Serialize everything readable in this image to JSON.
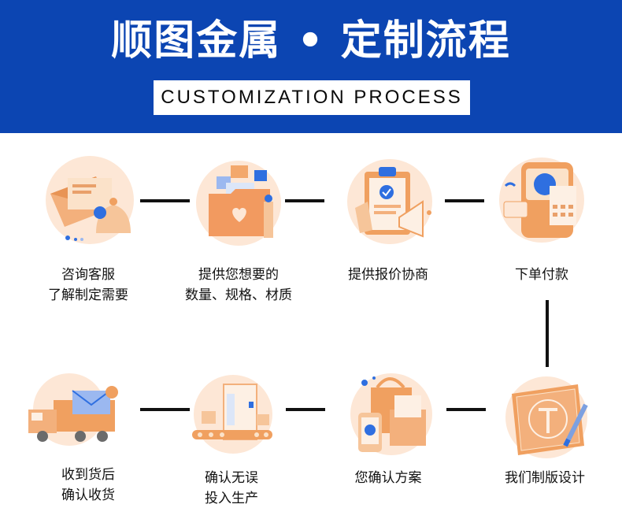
{
  "header": {
    "title": "顺图金属 • 定制流程",
    "subtitle": "CUSTOMIZATION PROCESS"
  },
  "steps": [
    {
      "line1": "咨询客服",
      "line2": "了解制定需要",
      "icon": "envelope-bell-icon"
    },
    {
      "line1": "提供您想要的",
      "line2": "数量、规格、材质",
      "icon": "folder-heart-icon"
    },
    {
      "line1": "提供报价协商",
      "line2": "",
      "icon": "clipboard-megaphone-icon"
    },
    {
      "line1": "下单付款",
      "line2": "",
      "icon": "pos-terminal-icon"
    },
    {
      "line1": "我们制版设计",
      "line2": "",
      "icon": "blueprint-pen-icon"
    },
    {
      "line1": "您确认方案",
      "line2": "",
      "icon": "shopping-bag-phone-icon"
    },
    {
      "line1": "确认无误",
      "line2": "投入生产",
      "icon": "production-line-icon"
    },
    {
      "line1": "收到货后",
      "line2": "确认收货",
      "icon": "delivery-truck-icon"
    }
  ],
  "colors": {
    "banner": "#0c45b2",
    "accent": "#f0a060",
    "icon_blue": "#2f6fe0"
  }
}
